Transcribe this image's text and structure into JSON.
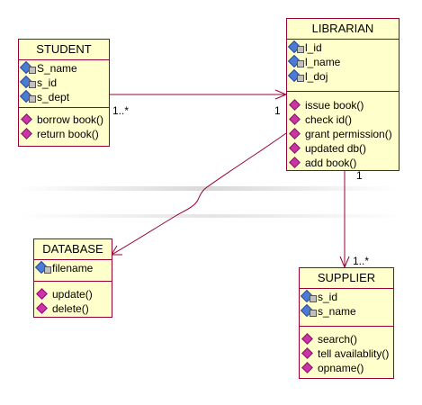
{
  "classes": {
    "student": {
      "name": "STUDENT",
      "attributes": [
        "S_name",
        "s_id",
        "s_dept"
      ],
      "operations": [
        "borrow book()",
        "return book()"
      ]
    },
    "librarian": {
      "name": "LIBRARIAN",
      "attributes": [
        "l_id",
        "l_name",
        "l_doj"
      ],
      "operations": [
        "issue book()",
        "check id()",
        "grant permission()",
        "updated db()",
        "add book()"
      ]
    },
    "database": {
      "name": "DATABASE",
      "attributes": [
        "filename"
      ],
      "operations": [
        "update()",
        "delete()"
      ]
    },
    "supplier": {
      "name": "SUPPLIER",
      "attributes": [
        "s_id",
        "s_name"
      ],
      "operations": [
        "search()",
        "tell availablity()",
        "opname()"
      ]
    }
  },
  "multiplicities": {
    "student_end": "1..*",
    "librarian_end": "1",
    "librarian_supplier_end": "1",
    "supplier_end": "1..*"
  },
  "colors": {
    "class_fill": "#ffffcc",
    "class_border": "#990033",
    "connector": "#990033",
    "attribute_icon": "#4b7bd6",
    "operation_icon": "#cc33aa"
  },
  "icons": {
    "attribute": "private-attribute-lock-icon",
    "operation": "operation-diamond-icon"
  }
}
